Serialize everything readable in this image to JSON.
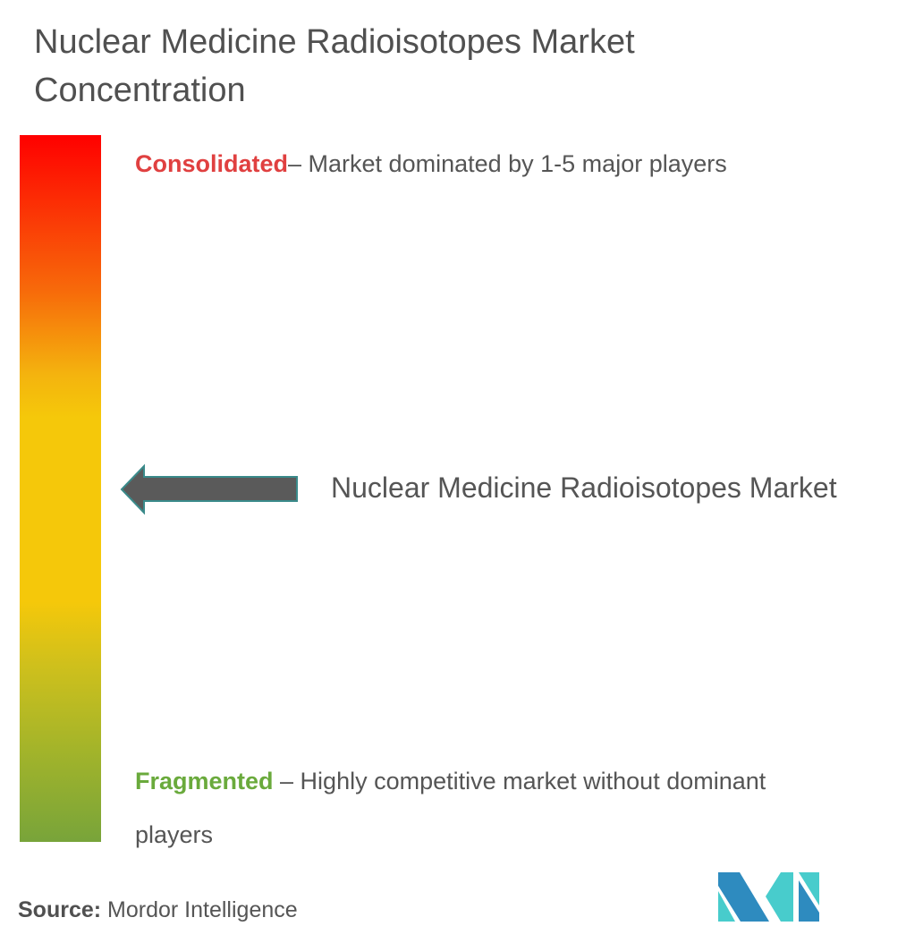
{
  "title": "Nuclear Medicine Radioisotopes Market Concentration",
  "scale": {
    "top_color": "#ff0000",
    "bottom_color": "#78a43a",
    "consolidated": {
      "label": "Consolidated",
      "description": "– Market dominated by 1-5 major players",
      "color": "#e04040"
    },
    "fragmented": {
      "label": "Fragmented",
      "description": " – Highly competitive market without dominant players",
      "color": "#6aaa3c"
    }
  },
  "marker": {
    "label": "Nuclear Medicine Radioisotopes Market",
    "icon": "left-arrow-icon",
    "level": 0.5
  },
  "source": {
    "label": "Source:",
    "value": " Mordor Intelligence"
  },
  "logo": {
    "name": "Mordor Intelligence logo",
    "colors": [
      "#2e8bbf",
      "#48cccc"
    ]
  }
}
